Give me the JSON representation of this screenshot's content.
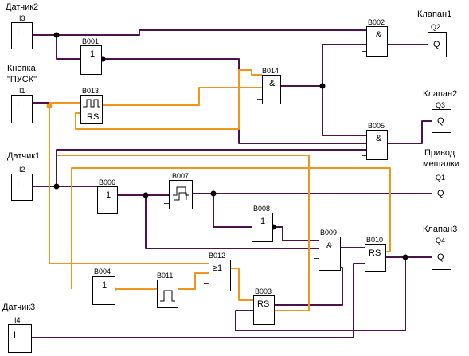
{
  "diagram": {
    "colors": {
      "wire_main": "#4b124b",
      "wire_aux": "#f0961e",
      "wire_black": "#000000",
      "pin": "#333333"
    },
    "signals": {
      "datchik2": "Датчик2",
      "knopka": "Кнопка",
      "pusk": "\"ПУСК\"",
      "datchik1": "Датчик1",
      "datchik3": "Датчик3",
      "klapan1": "Клапан1",
      "klapan2": "Клапан2",
      "privod": "Привод",
      "meshalki": "мешалки",
      "klapan3": "Клапан3"
    },
    "inputs": {
      "I3": {
        "name": "I3",
        "symbol": "I"
      },
      "I1": {
        "name": "I1",
        "symbol": "I"
      },
      "I2": {
        "name": "I2",
        "symbol": "I"
      },
      "I4": {
        "name": "I4",
        "symbol": "I"
      }
    },
    "outputs": {
      "Q2": {
        "name": "Q2",
        "symbol": "Q"
      },
      "Q3": {
        "name": "Q3",
        "symbol": "Q"
      },
      "Q1": {
        "name": "Q1",
        "symbol": "Q"
      },
      "Q4": {
        "name": "Q4",
        "symbol": "Q"
      }
    },
    "blocks": {
      "B001": {
        "name": "B001",
        "symbol": "1"
      },
      "B002": {
        "name": "B002",
        "symbol": "&"
      },
      "B003": {
        "name": "B003",
        "symbol": "RS"
      },
      "B004": {
        "name": "B004",
        "symbol": "1"
      },
      "B005": {
        "name": "B005",
        "symbol": "&"
      },
      "B006": {
        "name": "B006",
        "symbol": "1"
      },
      "B007": {
        "name": "B007",
        "symbol": ""
      },
      "B008": {
        "name": "B008",
        "symbol": "1"
      },
      "B009": {
        "name": "B009",
        "symbol": "&"
      },
      "B010": {
        "name": "B010",
        "symbol": "RS"
      },
      "B011": {
        "name": "B011",
        "symbol": ""
      },
      "B012": {
        "name": "B012",
        "symbol": "≥1"
      },
      "B013": {
        "name": "B013",
        "symbol": "RS"
      },
      "B014": {
        "name": "B014",
        "symbol": "&"
      }
    }
  }
}
